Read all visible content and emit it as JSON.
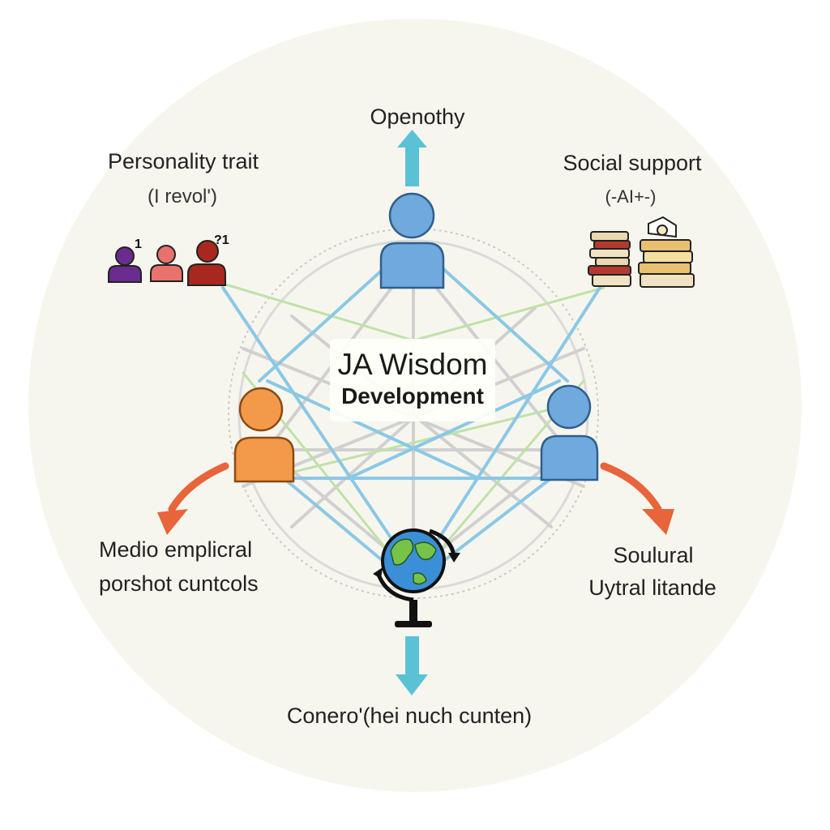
{
  "center": {
    "title": "JA Wisdom",
    "subtitle": "Development"
  },
  "nodes": {
    "top": {
      "label": "Openothy"
    },
    "top_left": {
      "title": "Personality trait",
      "subtitle": "(I revol')"
    },
    "top_right": {
      "title": "Social support",
      "subtitle": "(-AI+-)"
    },
    "mid_left": {
      "line1": "Medio emplicral",
      "line2": "porshot cuntcols"
    },
    "mid_right": {
      "line1": "Soulural",
      "line2": "Uytral litande"
    },
    "bottom": {
      "label": "Conero'(hei nuch cunten)"
    }
  },
  "people_icons": {
    "top_left_numbers": [
      "1",
      "?1"
    ]
  },
  "colors": {
    "background": "#f7f6ee",
    "network_blue": "#8ac8e6",
    "network_green": "#bfe2a8",
    "network_gray": "#d2d2d2",
    "up_down_arrow": "#5bc2d6",
    "side_arrow": "#e8643a",
    "person_blue": "#6fa9de",
    "person_orange": "#f39a4a",
    "person_purple": "#6a2c8e",
    "person_pink": "#e8726e",
    "person_red": "#a8271e"
  }
}
